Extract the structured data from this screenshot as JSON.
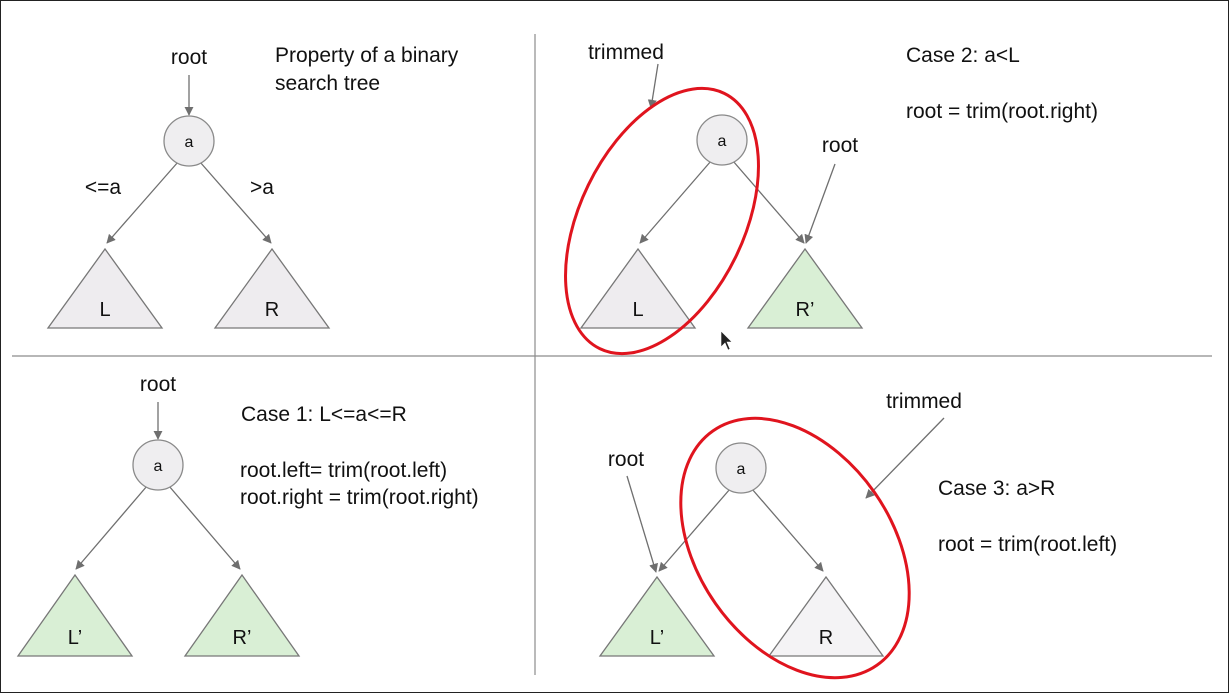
{
  "colors": {
    "node_fill": "#efeef0",
    "node_stroke": "#8a8a8a",
    "subtree_gray": "#eeecef",
    "subtree_green": "#d9efd5",
    "trim_ellipse": "#e0141e",
    "edge": "#6f6f6f",
    "divider": "#8c8c8c"
  },
  "icons": {
    "cursor": "mouse-pointer-icon"
  },
  "panels": {
    "property": {
      "root_label": "root",
      "title_line1": "Property of a binary",
      "title_line2": "search tree",
      "node_label": "a",
      "left_edge_label": "<=a",
      "right_edge_label": ">a",
      "left_subtree": "L",
      "right_subtree": "R"
    },
    "case2": {
      "trimmed_label": "trimmed",
      "title": "Case 2: a<L",
      "code": "root = trim(root.right)",
      "root_label": "root",
      "node_label": "a",
      "left_subtree": "L",
      "right_subtree": "R’"
    },
    "case1": {
      "root_label": "root",
      "title": "Case 1: L<=a<=R",
      "code_line1": "root.left= trim(root.left)",
      "code_line2": "root.right = trim(root.right)",
      "node_label": "a",
      "left_subtree": "L’",
      "right_subtree": "R’"
    },
    "case3": {
      "trimmed_label": "trimmed",
      "title": "Case 3: a>R",
      "code": "root = trim(root.left)",
      "root_label": "root",
      "node_label": "a",
      "left_subtree": "L’",
      "right_subtree": "R"
    }
  }
}
